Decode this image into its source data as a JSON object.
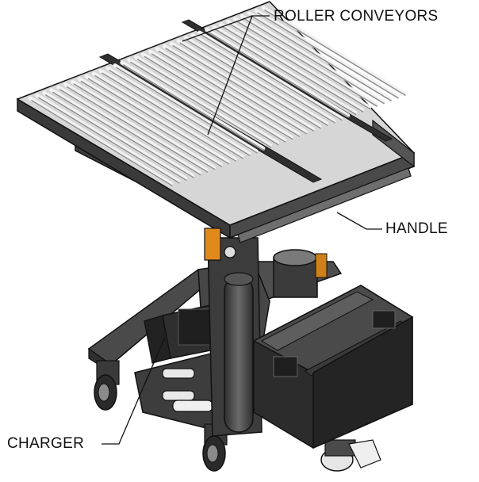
{
  "labels": {
    "roller_conveyors": "ROLLER CONVEYORS",
    "handle": "HANDLE",
    "charger": "CHARGER"
  },
  "colors": {
    "frame_dark": "#3a3a3a",
    "frame_mid": "#5a5a5a",
    "roller_light": "#d9d9d9",
    "roller_shadow": "#9a9a9a",
    "accent_orange": "#e08a1e",
    "battery_black": "#2a2a2a"
  }
}
